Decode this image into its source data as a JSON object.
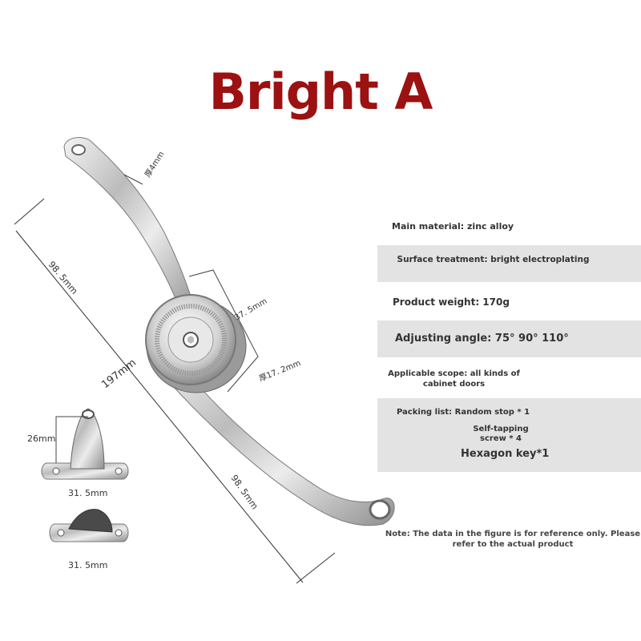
{
  "title": "Bright A",
  "dimensions": {
    "thickness_top": "厚4mm",
    "upper_length": "98. 5mm",
    "lower_length": "98. 5mm",
    "total_length": "197mm",
    "disc_diameter": "37. 5mm",
    "disc_thickness": "厚17. 2mm",
    "bracket_height": "26mm",
    "bracket_width_1": "31. 5mm",
    "bracket_width_2": "31. 5mm"
  },
  "specs": {
    "material": "Main material: zinc alloy",
    "surface": "Surface treatment: bright electroplating",
    "weight": "Product weight: 170g",
    "angle": "Adjusting angle: 75° 90° 110°",
    "scope": "Applicable scope: all kinds of cabinet doors",
    "packing": "Packing list: Random stop * 1",
    "screws": "Self-tapping screw * 4",
    "key": "Hexagon key*1"
  },
  "note": "Note: The data in the figure is for reference only. Please refer to the actual product"
}
